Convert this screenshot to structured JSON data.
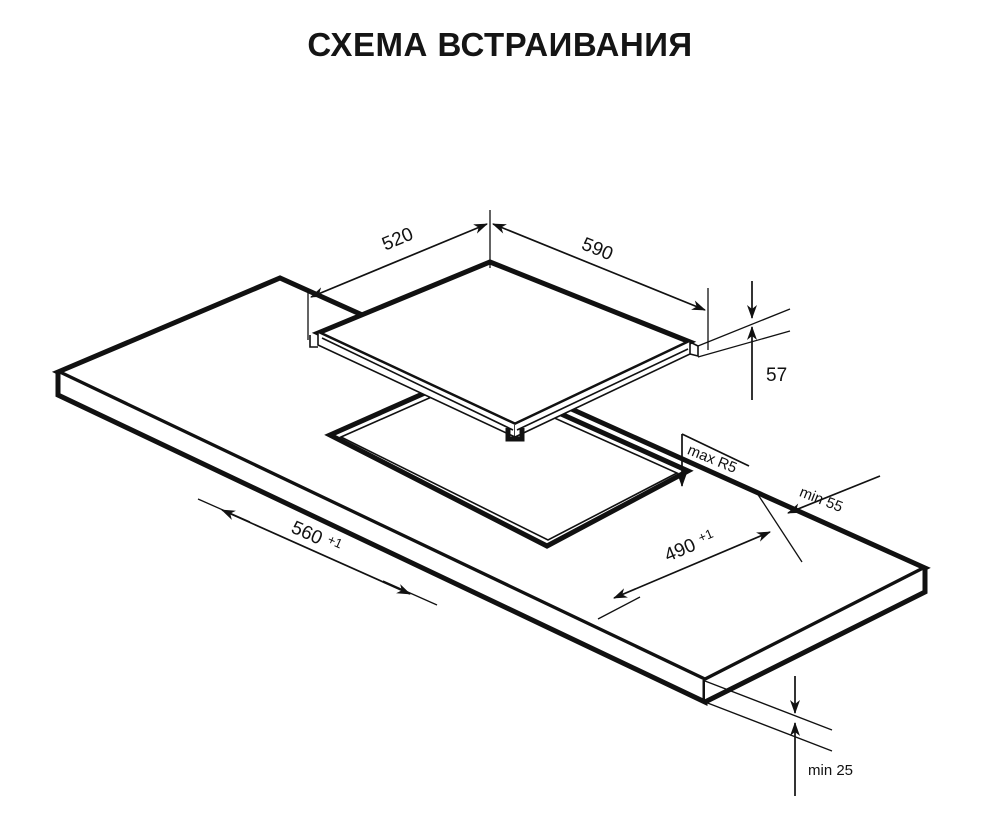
{
  "title": "СХЕМА ВСТРАИВАНИЯ",
  "drawing": {
    "type": "isometric-installation-diagram",
    "subject": "built-in cooktop installation into countertop cutout",
    "units": "mm"
  },
  "dimensions": {
    "hob_depth": "520",
    "hob_width": "590",
    "hob_height": "57",
    "cutout_width": "560",
    "cutout_width_tolerance": "+1",
    "cutout_depth": "490",
    "cutout_depth_tolerance": "+1",
    "corner_radius": "max R5",
    "rear_clearance": "min 55",
    "countertop_thickness": "min 25"
  },
  "labels": {
    "hob_depth_label": "520",
    "hob_width_label": "590",
    "hob_height_label": "57",
    "cutout_width_value": "560",
    "cutout_width_tol": "+1",
    "cutout_depth_value": "490",
    "cutout_depth_tol": "+1",
    "corner_radius_label": "max R5",
    "rear_clearance_label": "min 55",
    "thickness_label": "min 25"
  },
  "colors": {
    "ink": "#111111",
    "paper": "#ffffff"
  }
}
